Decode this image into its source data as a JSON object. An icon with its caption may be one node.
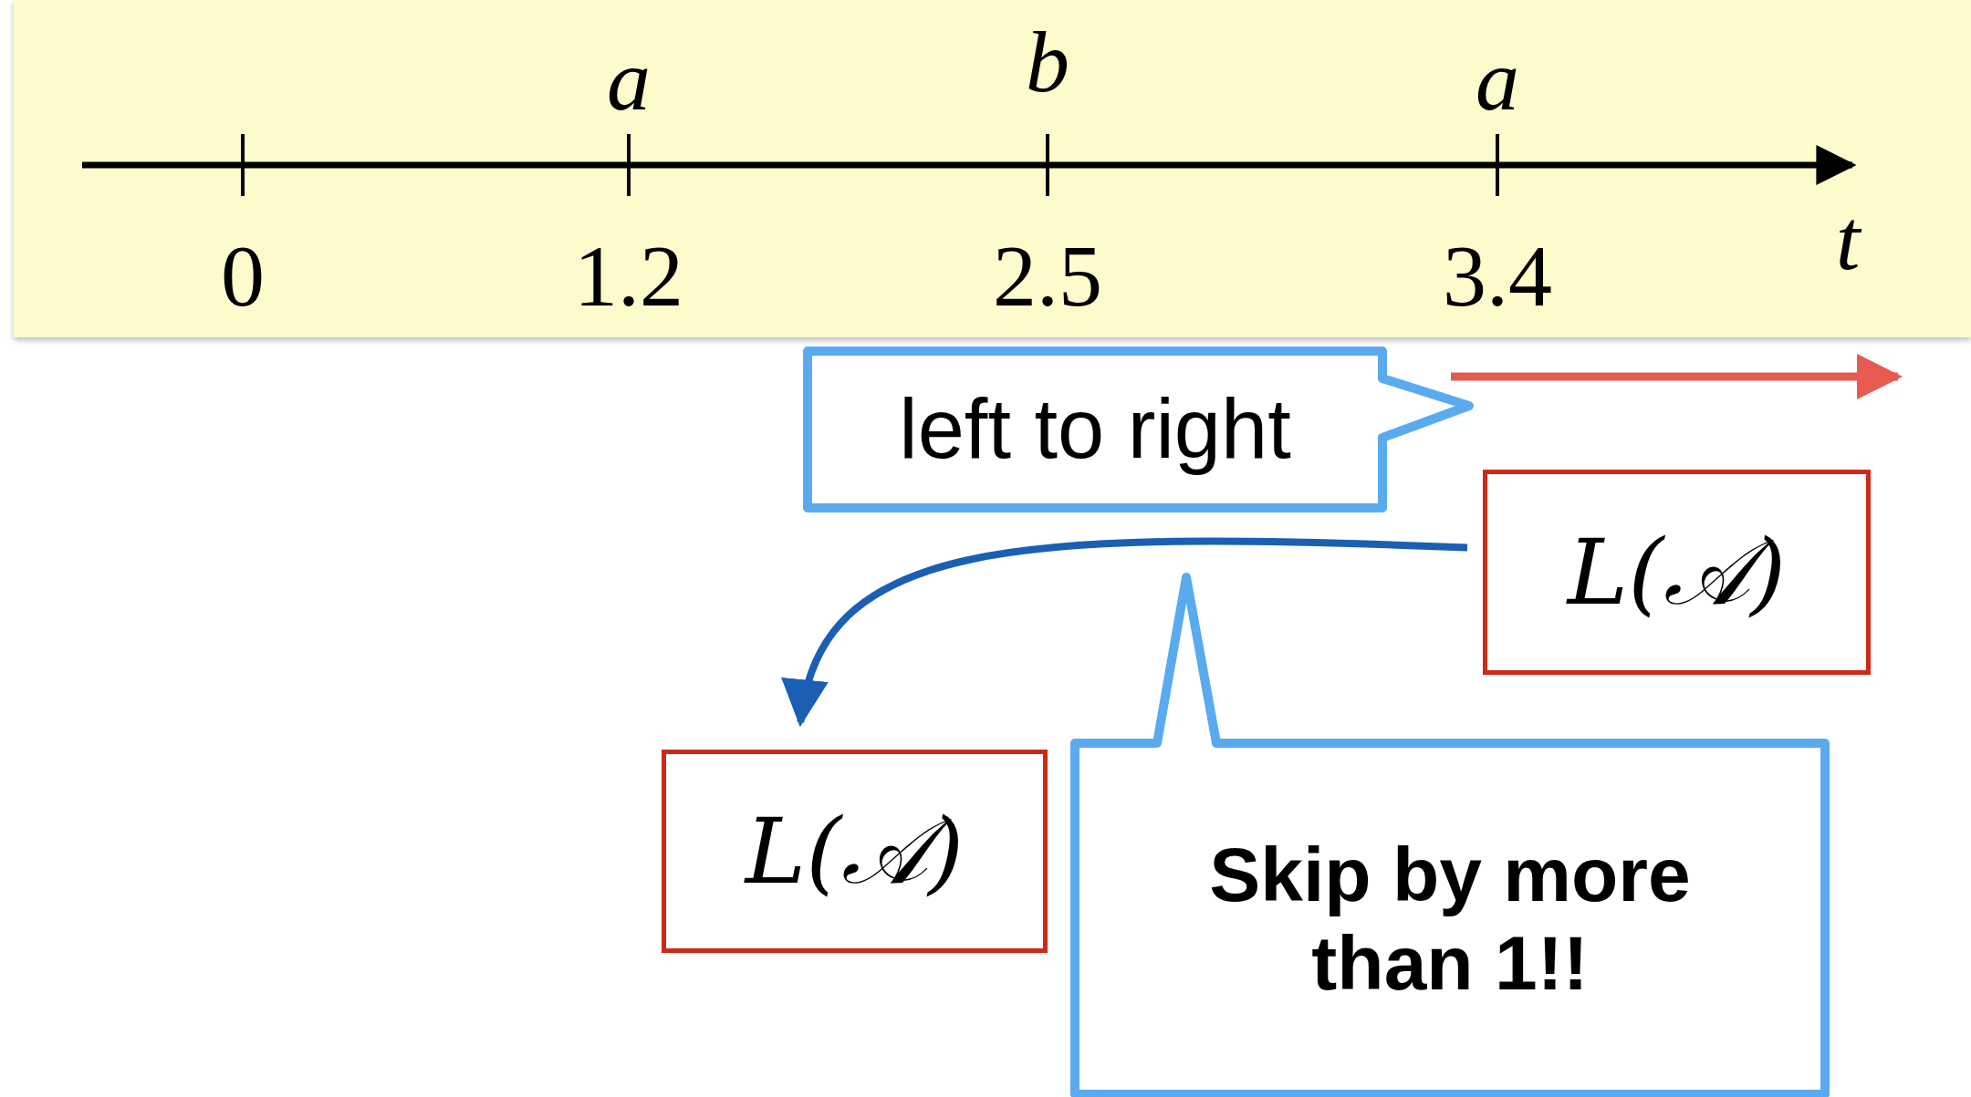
{
  "diagram": {
    "nodes": [
      {
        "text": [
          "left to right"
        ]
      },
      {
        "text": [
          "L(𝒜)"
        ]
      },
      {
        "text": [
          "L(𝒜)"
        ]
      },
      {
        "text": [
          "Skip by more than 1!!"
        ]
      }
    ],
    "edges": [
      {
        "from": 1,
        "to": 2,
        "arrow": "to",
        "color": "#1a5fb4"
      }
    ],
    "labels": [
      "a",
      "b",
      "a",
      "0",
      "1.2",
      "2.5",
      "3.4",
      "t"
    ]
  }
}
